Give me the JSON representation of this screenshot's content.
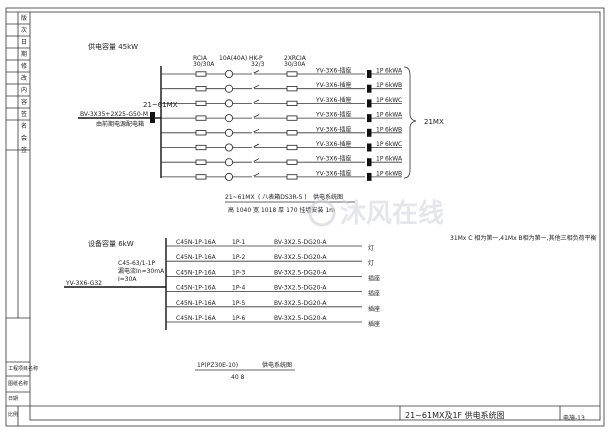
{
  "strip_labels": [
    "版",
    "次",
    "日",
    "期",
    "修",
    "改",
    "内",
    "容",
    "签",
    "名",
    "会",
    "签"
  ],
  "bottom_strip_labels": [
    "工程项目名称",
    "图纸名称",
    "日期",
    "比例"
  ],
  "upper": {
    "capacity": "供电容量 45kW",
    "incoming_cable": "BV-3X35+2X25-G50-M",
    "incoming_note": "由前期电源配电箱",
    "panel_name": "21~61MX",
    "device_headers": [
      {
        "l1": "RCIA",
        "l2": "30/30A"
      },
      {
        "l1": "10A(40A)",
        "l2": ""
      },
      {
        "l1": "HK-P",
        "l2": "32/3"
      },
      {
        "l1": "2XRCIA",
        "l2": "30/30A"
      }
    ],
    "rows": [
      {
        "cable": "YV-3X6-插座",
        "circuit": "1P",
        "load": "6kW",
        "phase": "A"
      },
      {
        "cable": "YV-3X6-插座",
        "circuit": "1P",
        "load": "6kW",
        "phase": "B"
      },
      {
        "cable": "YV-3X6-插座",
        "circuit": "1P",
        "load": "6kW",
        "phase": "C"
      },
      {
        "cable": "YV-3X6-插座",
        "circuit": "1P",
        "load": "6kW",
        "phase": "A"
      },
      {
        "cable": "YV-3X6-插座",
        "circuit": "1P",
        "load": "6kW",
        "phase": "B"
      },
      {
        "cable": "YV-3X6-插座",
        "circuit": "1P",
        "load": "6kW",
        "phase": "C"
      },
      {
        "cable": "YV-3X6-插座",
        "circuit": "1P",
        "load": "6kW",
        "phase": "A"
      },
      {
        "cable": "YV-3X6-插座",
        "circuit": "1P",
        "load": "6kW",
        "phase": "B"
      }
    ],
    "group_label": "21MX",
    "caption": "21~61MX",
    "caption_paren": "( 八表箱DS3R-5 )",
    "caption_system": "供电系统图",
    "caption_dims": "高 1040 宽 1018 厚 170  挂墙安装  1m"
  },
  "lower": {
    "capacity": "设备容量 6kW",
    "incoming_cable": "YV-3X6-G32",
    "main_breaker": "C45-63/1-1P",
    "leakage": "漏电流In=30mA",
    "rating": "I=30A",
    "rows": [
      {
        "breaker": "C45N-1P-16A",
        "circuit": "1P-1",
        "cable": "BV-3X2.5-DG20-A",
        "load": "灯"
      },
      {
        "breaker": "C45N-1P-16A",
        "circuit": "1P-2",
        "cable": "BV-3X2.5-DG20-A",
        "load": "灯"
      },
      {
        "breaker": "C45N-1P-16A",
        "circuit": "1P-3",
        "cable": "BV-3X2.5-DG20-A",
        "load": "插座"
      },
      {
        "breaker": "C45N-1P-16A",
        "circuit": "1P-4",
        "cable": "BV-3X2.5-DG20-A",
        "load": "插座"
      },
      {
        "breaker": "C45N-1P-16A",
        "circuit": "1P-5",
        "cable": "BV-3X2.5-DG20-A",
        "load": "插座"
      },
      {
        "breaker": "C45N-1P-16A",
        "circuit": "1P-6",
        "cable": "BV-3X2.5-DG20-A",
        "load": "插座"
      }
    ],
    "caption_box": "1P(PZ30E-10)",
    "caption_system": "供电系统图",
    "caption_size": "40 8"
  },
  "note": "31Mx C 相为第一,41Mx B相为第一,其他三相负荷平衡",
  "watermark": "沐风在线",
  "title_block": {
    "title": "21~61MX及1F 供电系统图",
    "number": "电施-13"
  }
}
